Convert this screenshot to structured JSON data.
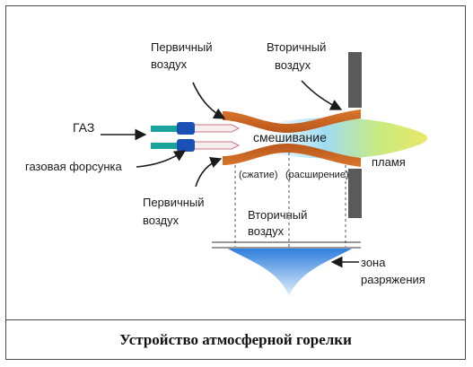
{
  "labels": {
    "primary_air_top": [
      "Первичный",
      "воздух"
    ],
    "secondary_air_top": [
      "Вторичный",
      "воздух"
    ],
    "gas": "ГАЗ",
    "gas_nozzle": "газовая форсунка",
    "mixing": "смешивание",
    "flame": "пламя",
    "compression": "(сжатие)",
    "expansion": "(расширение)",
    "primary_air_bottom": [
      "Первичный",
      "воздух"
    ],
    "secondary_air_bottom": [
      "Вторичный",
      "воздух"
    ],
    "vacuum_zone": [
      "зона",
      "разряжения"
    ]
  },
  "caption": "Устройство атмосферной горелки",
  "colors": {
    "burner_tube": "#c8641e",
    "burner_tube_light": "#e89a5a",
    "nozzle_blue": "#1a4fb5",
    "nozzle_teal": "#1aa39a",
    "flame_yellow": "#e8e86a",
    "flame_blue": "#8fd3f0",
    "plate_gray": "#5a5a5a",
    "vacuum_blue": "#3a8fe0"
  }
}
